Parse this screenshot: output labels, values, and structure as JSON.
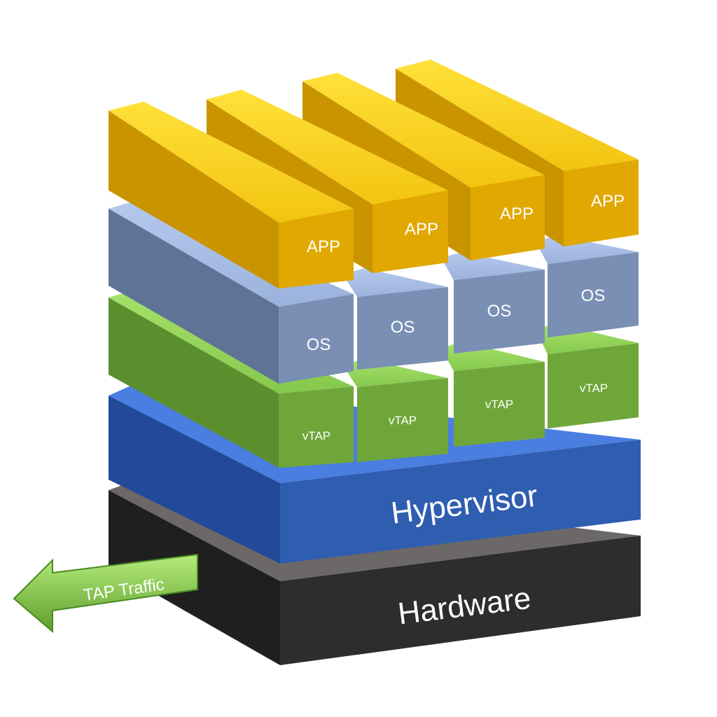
{
  "layers": {
    "hardware": {
      "label": "Hardware"
    },
    "hypervisor": {
      "label": "Hypervisor"
    }
  },
  "stacks": [
    {
      "app": "APP",
      "os": "OS",
      "vtap": "vTAP"
    },
    {
      "app": "APP",
      "os": "OS",
      "vtap": "vTAP"
    },
    {
      "app": "APP",
      "os": "OS",
      "vtap": "vTAP"
    },
    {
      "app": "APP",
      "os": "OS",
      "vtap": "vTAP"
    }
  ],
  "arrow": {
    "label": "TAP Traffic"
  },
  "colors": {
    "app": "#e0a800",
    "os": "#7a8fb4",
    "vtap": "#6fa63a",
    "hypervisor": "#2f5db0",
    "hardware": "#2b2b2b",
    "arrow": "#7cc04a"
  }
}
